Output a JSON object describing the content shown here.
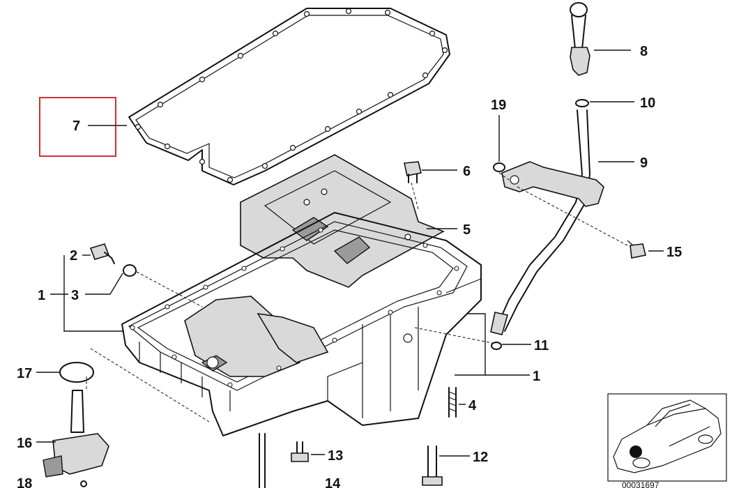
{
  "diagram": {
    "callouts": [
      {
        "id": "1",
        "text": "1"
      },
      {
        "id": "2",
        "text": "2"
      },
      {
        "id": "3",
        "text": "3"
      },
      {
        "id": "1b",
        "text": "1"
      },
      {
        "id": "4",
        "text": "4"
      },
      {
        "id": "5",
        "text": "5"
      },
      {
        "id": "6",
        "text": "6"
      },
      {
        "id": "7",
        "text": "7"
      },
      {
        "id": "8",
        "text": "8"
      },
      {
        "id": "9",
        "text": "9"
      },
      {
        "id": "10",
        "text": "10"
      },
      {
        "id": "11",
        "text": "11"
      },
      {
        "id": "12",
        "text": "12"
      },
      {
        "id": "13",
        "text": "13"
      },
      {
        "id": "14",
        "text": "14"
      },
      {
        "id": "15",
        "text": "15"
      },
      {
        "id": "16",
        "text": "16"
      },
      {
        "id": "17",
        "text": "17"
      },
      {
        "id": "18",
        "text": "18"
      },
      {
        "id": "19",
        "text": "19"
      }
    ],
    "highlight_color": "#d32f2f",
    "drawing_number": "00031697"
  }
}
